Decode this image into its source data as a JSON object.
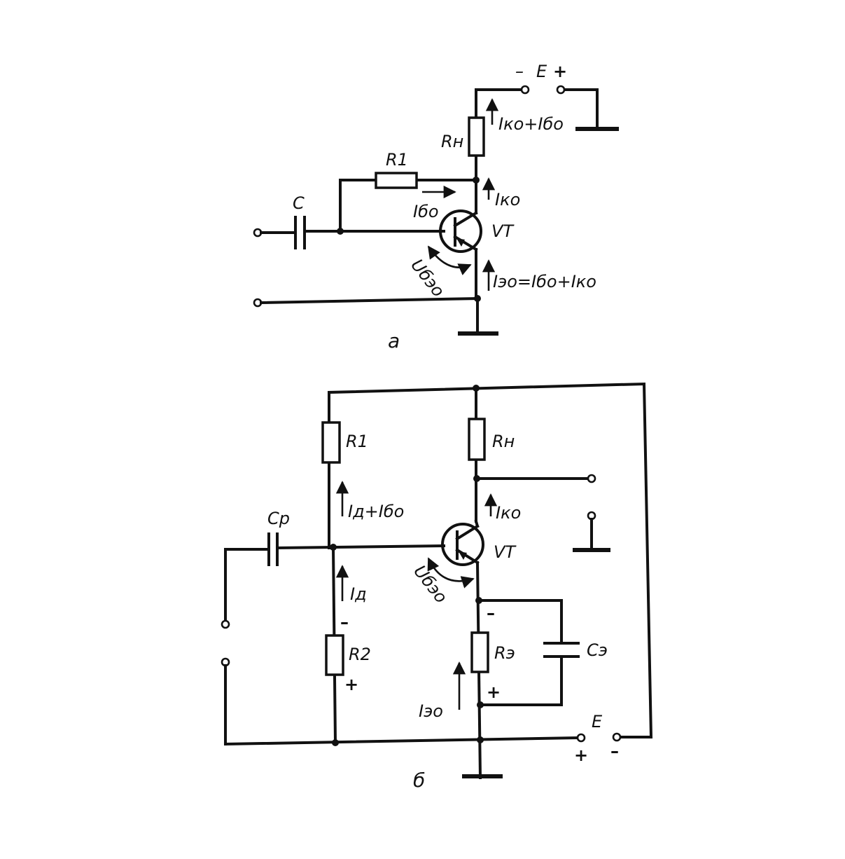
{
  "circuit_a": {
    "caption": "a",
    "supply_label": "E",
    "supply_minus": "–",
    "supply_plus": "+",
    "current_supply": "Iко+Iбо",
    "load_resistor": "Rн",
    "feedback_resistor": "R1",
    "input_capacitor": "C",
    "base_current": "Iбо",
    "collector_current": "Iко",
    "transistor": "VT",
    "base_emitter_voltage": "Uбэо",
    "emitter_current": "Iэо=Iбо+Iко"
  },
  "circuit_b": {
    "caption": "б",
    "resistor_r1": "R1",
    "load_resistor": "Rн",
    "divider_current": "Iд+Iбо",
    "collector_current": "Iко",
    "coupling_capacitor": "Cр",
    "transistor": "VT",
    "current_id": "Iд",
    "base_emitter_voltage": "Uбэо",
    "resistor_r2": "R2",
    "emitter_resistor": "Rэ",
    "emitter_capacitor": "Cэ",
    "emitter_current": "Iэо",
    "supply_label": "E",
    "r2_minus": "–",
    "r2_plus": "+",
    "re_minus": "–",
    "re_plus": "+",
    "e_plus": "+",
    "e_minus": "–"
  }
}
